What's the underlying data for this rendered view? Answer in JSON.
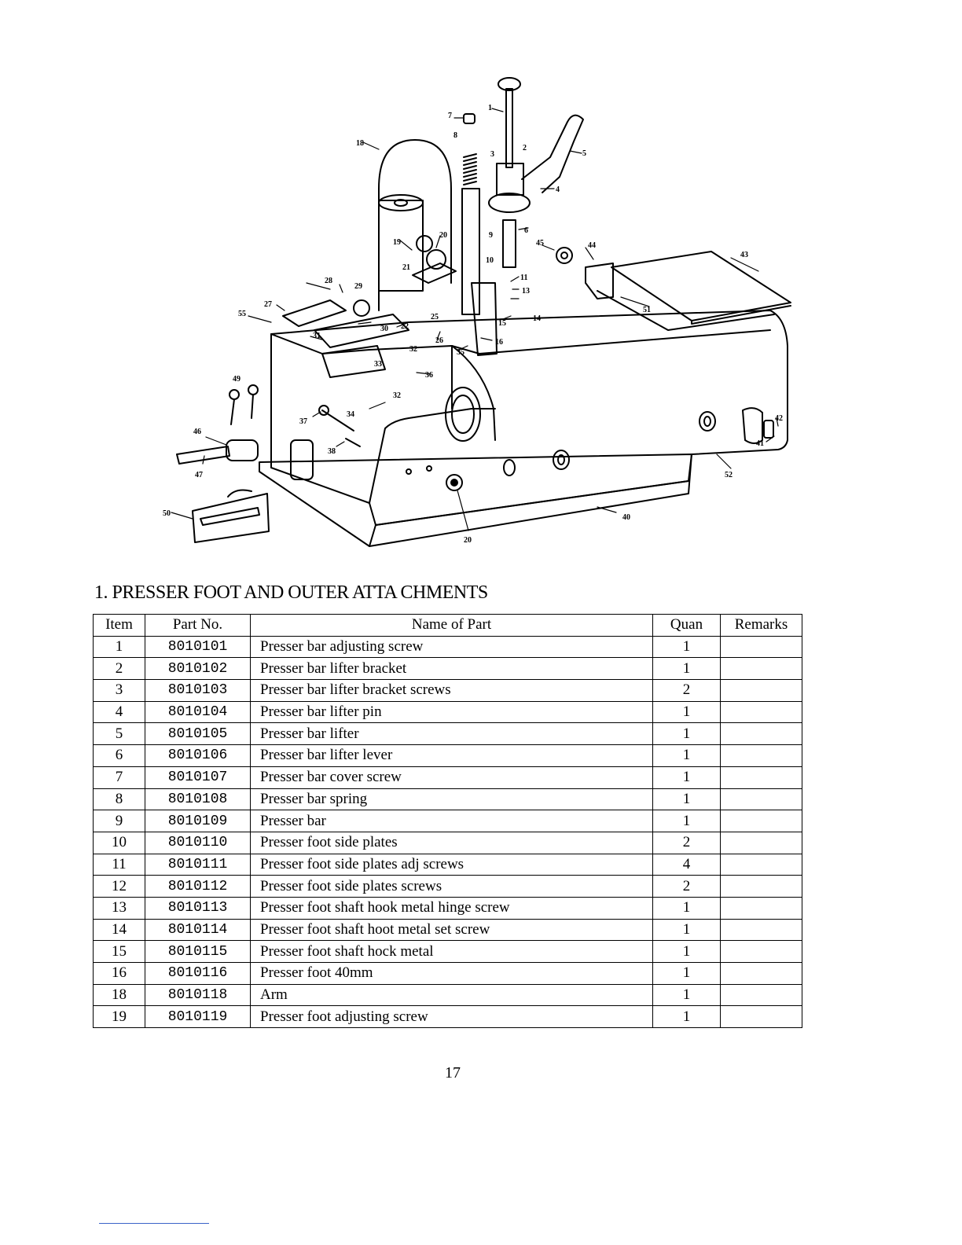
{
  "diagram": {
    "callouts": [
      "1",
      "2",
      "3",
      "4",
      "5",
      "6",
      "7",
      "8",
      "9",
      "10",
      "11",
      "13",
      "14",
      "15",
      "16",
      "18",
      "19",
      "20",
      "20",
      "21",
      "22",
      "25",
      "26",
      "27",
      "28",
      "29",
      "30",
      "31",
      "32",
      "32",
      "33",
      "34",
      "35",
      "36",
      "37",
      "38",
      "40",
      "41",
      "42",
      "43",
      "44",
      "45",
      "46",
      "47",
      "49",
      "50",
      "51",
      "52",
      "55"
    ]
  },
  "section_title": "1. PRESSER FOOT AND OUTER ATTA CHMENTS",
  "table": {
    "headers": [
      "Item",
      "Part No.",
      "Name of Part",
      "Quan",
      "Remarks"
    ],
    "rows": [
      {
        "item": "1",
        "part": "8010101",
        "name": "Presser bar adjusting screw",
        "quan": "1",
        "remarks": ""
      },
      {
        "item": "2",
        "part": "8010102",
        "name": "Presser bar lifter bracket",
        "quan": "1",
        "remarks": ""
      },
      {
        "item": "3",
        "part": "8010103",
        "name": "Presser bar lifter bracket screws",
        "quan": "2",
        "remarks": ""
      },
      {
        "item": "4",
        "part": "8010104",
        "name": "Presser bar lifter pin",
        "quan": "1",
        "remarks": ""
      },
      {
        "item": "5",
        "part": "8010105",
        "name": "Presser bar lifter",
        "quan": "1",
        "remarks": ""
      },
      {
        "item": "6",
        "part": "8010106",
        "name": "Presser bar lifter lever",
        "quan": "1",
        "remarks": ""
      },
      {
        "item": "7",
        "part": "8010107",
        "name": "Presser bar cover screw",
        "quan": "1",
        "remarks": ""
      },
      {
        "item": "8",
        "part": "8010108",
        "name": "Presser bar spring",
        "quan": "1",
        "remarks": ""
      },
      {
        "item": "9",
        "part": "8010109",
        "name": "Presser bar",
        "quan": "1",
        "remarks": ""
      },
      {
        "item": "10",
        "part": "8010110",
        "name": "Presser foot side plates",
        "quan": "2",
        "remarks": ""
      },
      {
        "item": "11",
        "part": "8010111",
        "name": "Presser foot side plates adj screws",
        "quan": "4",
        "remarks": ""
      },
      {
        "item": "12",
        "part": "8010112",
        "name": "Presser foot side plates screws",
        "quan": "2",
        "remarks": ""
      },
      {
        "item": "13",
        "part": "8010113",
        "name": "Presser foot shaft hook metal hinge screw",
        "quan": "1",
        "remarks": ""
      },
      {
        "item": "14",
        "part": "8010114",
        "name": "Presser foot shaft hoot metal set screw",
        "quan": "1",
        "remarks": ""
      },
      {
        "item": "15",
        "part": "8010115",
        "name": "Presser foot shaft hock metal",
        "quan": "1",
        "remarks": ""
      },
      {
        "item": "16",
        "part": "8010116",
        "name": "Presser foot 40mm",
        "quan": "1",
        "remarks": ""
      },
      {
        "item": "18",
        "part": "8010118",
        "name": "Arm",
        "quan": "1",
        "remarks": ""
      },
      {
        "item": "19",
        "part": "8010119",
        "name": "Presser foot adjusting screw",
        "quan": "1",
        "remarks": ""
      }
    ]
  },
  "page_number": "17"
}
